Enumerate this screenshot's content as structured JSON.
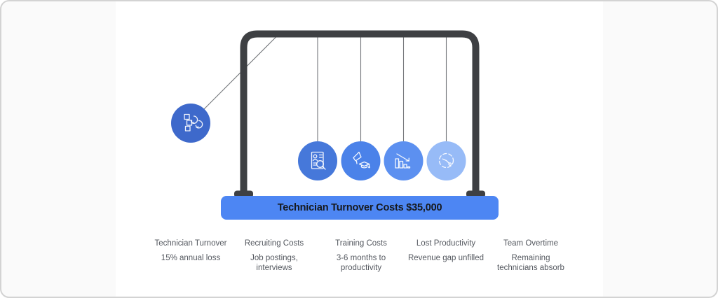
{
  "headline": {
    "label": "Technician Turnover Costs $35,000",
    "bar_color": "#4d86f3",
    "text_color": "#17191d"
  },
  "cradle": {
    "frame_color": "#3e4043",
    "string_color": "#75787c",
    "balls": [
      {
        "name": "technician-turnover",
        "icon": "process-cycle-icon",
        "color": "#3e69cb"
      },
      {
        "name": "recruiting-costs",
        "icon": "resume-search-icon",
        "color": "#4678da"
      },
      {
        "name": "training-costs",
        "icon": "megaphone-graduation-icon",
        "color": "#4b82e9"
      },
      {
        "name": "lost-productivity",
        "icon": "declining-bars-icon",
        "color": "#5c90f0"
      },
      {
        "name": "team-overtime",
        "icon": "clock-icon",
        "color": "#97bbf7"
      }
    ]
  },
  "columns": [
    {
      "title": "Technician Turnover",
      "subtitle": "15% annual loss"
    },
    {
      "title": "Recruiting Costs",
      "subtitle": "Job postings,\ninterviews"
    },
    {
      "title": "Training Costs",
      "subtitle": "3-6 months to\nproductivity"
    },
    {
      "title": "Lost Productivity",
      "subtitle": "Revenue gap unfilled"
    },
    {
      "title": "Team Overtime",
      "subtitle": "Remaining\ntechnicians absorb"
    }
  ]
}
